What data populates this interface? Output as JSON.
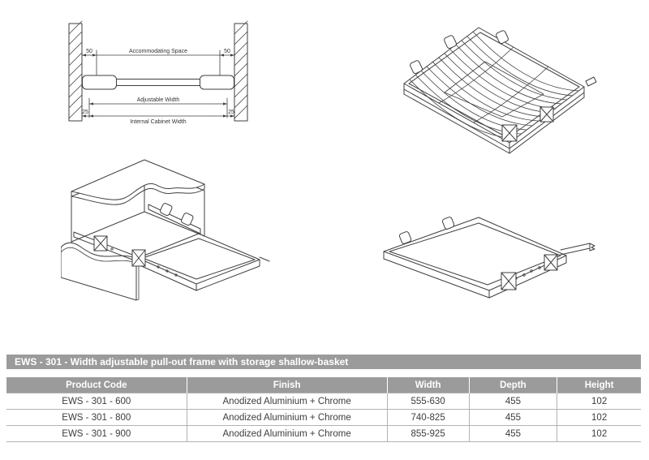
{
  "colors": {
    "header_bg": "#9b9b9b",
    "header_text": "#ffffff",
    "table_border": "#b3b3b3",
    "line_art": "#3f3f3f",
    "body_text": "#3d3d3d",
    "page_bg": "#ffffff"
  },
  "title_bar": {
    "text": "EWS - 301 - Width adjustable pull-out frame with storage shallow-basket"
  },
  "dimension_diagram": {
    "top_left_value": "50",
    "top_right_value": "50",
    "top_label": "Accommodating Space",
    "middle_label": "Adjustable Width",
    "bottom_left_value": "25",
    "bottom_right_value": "25",
    "bottom_label": "Internal Cabinet Width"
  },
  "figures": {
    "basket": "shallow-wire-basket-isometric-drawing",
    "cabinet": "cabinet-with-pullout-frame-isometric-drawing",
    "frame": "width-adjustable-frame-isometric-drawing"
  },
  "table": {
    "columns": [
      "Product Code",
      "Finish",
      "Width",
      "Depth",
      "Height"
    ],
    "rows": [
      [
        "EWS - 301 - 600",
        "Anodized Aluminium + Chrome",
        "555-630",
        "455",
        "102"
      ],
      [
        "EWS - 301 - 800",
        "Anodized Aluminium + Chrome",
        "740-825",
        "455",
        "102"
      ],
      [
        "EWS - 301 - 900",
        "Anodized Aluminium + Chrome",
        "855-925",
        "455",
        "102"
      ]
    ]
  }
}
